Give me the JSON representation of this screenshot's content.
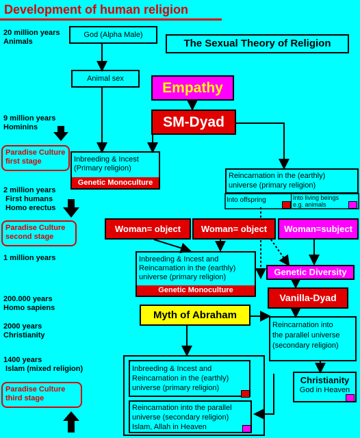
{
  "title": "Development of human religion",
  "subtitle": "The Sexual Theory of Religion",
  "timeline": {
    "t1": "20 million years\nAnimals",
    "t2": "9 million years\nHominins",
    "t3": "2 million years\n First humans\n Homo erectus",
    "t4": "1 million years",
    "t5": "200.000 years\nHomo sapiens",
    "t6": "2000 years\nChristianity",
    "t7": "1400 years\n Islam (mixed religion)"
  },
  "paradise": {
    "p1": "Paradise Culture\nfirst stage",
    "p2": "Paradise Culture\nsecond stage",
    "p3": "Paradise Culture\nthird stage"
  },
  "nodes": {
    "god": "God (Alpha Male)",
    "animal_sex": "Animal sex",
    "empathy": "Empathy",
    "sm_dyad": "SM-Dyad",
    "inbreeding1": "Inbreeding & Incest\n(Primary religion)",
    "genetic_mono1": "Genetic Monoculture",
    "reincarnation1": "Reincarnation in the (earthly)\nuniverse (primary religion)",
    "into_offspring": "Into offspring",
    "into_living": "Into living beings\ne.g. animals",
    "woman_obj1": "Woman= object",
    "woman_obj2": "Woman= object",
    "woman_subj": "Woman=subject",
    "inbreeding2": "Inbreeding & Incest and\nReincarnation in the (earthly)\nuniverse (primary religion)",
    "genetic_mono2": "Genetic Monoculture",
    "genetic_div": "Genetic Diversity",
    "vanilla": "Vanilla-Dyad",
    "abraham": "Myth of Abraham",
    "reinc_parallel": "Reincarnation into\nthe parallel universe\n(secondary religion)",
    "islam_top": "Inbreeding & Incest and\nReincarnation in the (earthly)\nuniverse (primary religion)",
    "islam_bottom": "Reincarnation into the parallel\nuniverse (secondary religion)\nIslam, Allah in Heaven",
    "christianity": "Christianity",
    "god_heaven": "God in Heaven"
  },
  "colors": {
    "background": "#00ffff",
    "red": "#e00000",
    "magenta": "#ff00ff",
    "yellow": "#ffff00"
  }
}
